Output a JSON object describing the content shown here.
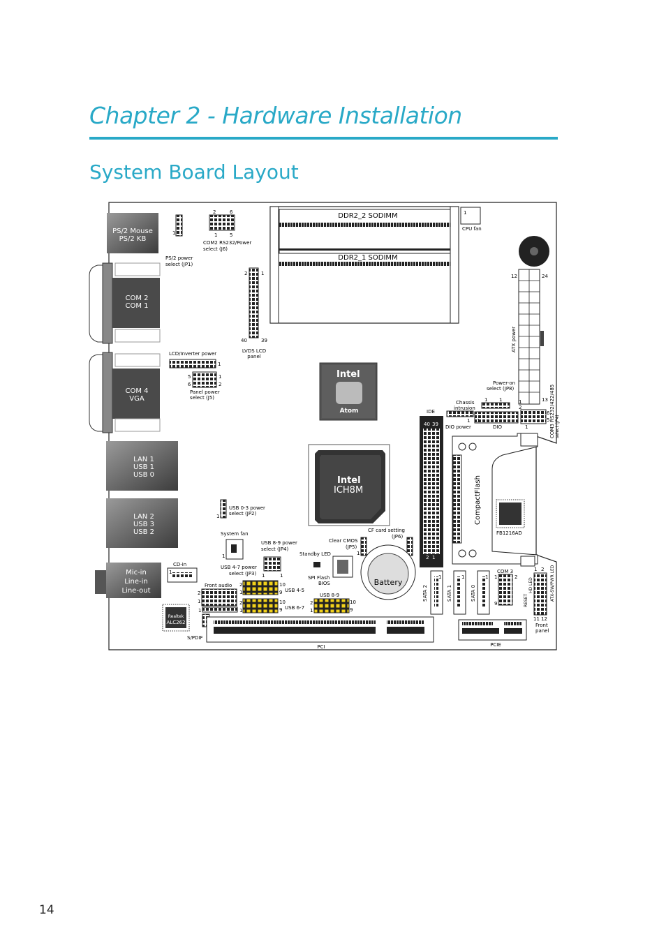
{
  "header": {
    "chapter_title": "Chapter 2 - Hardware Installation",
    "section_title": "System Board Layout"
  },
  "footer": {
    "page_number": "14"
  },
  "board": {
    "io_ports": {
      "ps2": [
        "PS/2 Mouse",
        "PS/2 KB"
      ],
      "com12": [
        "COM 2",
        "COM 1"
      ],
      "com4vga": [
        "COM 4",
        "VGA"
      ],
      "lan1": [
        "LAN 1",
        "USB 1",
        "USB 0"
      ],
      "lan2": [
        "LAN 2",
        "USB 3",
        "USB 2"
      ],
      "audio": [
        "Mic-in",
        "Line-in",
        "Line-out"
      ]
    },
    "memory": {
      "slot2": "DDR2_2 SODIMM",
      "slot1": "DDR2_1 SODIMM"
    },
    "chips": {
      "cpu_brand": "Intel",
      "cpu_model": "Atom",
      "chipset_brand": "Intel",
      "chipset_model": "ICH8M",
      "codec_brand": "Realtek",
      "codec_model": "ALC262",
      "cf_controller": "FB1216AD"
    },
    "labels": {
      "jp1": "PS/2 power",
      "jp1b": "select (JP1)",
      "j6": "COM2 RS232/Power",
      "j6b": "select (J6)",
      "lvds": "LVDS LCD",
      "lvdsb": "panel",
      "cpufan": "CPU fan",
      "lcdinv": "LCD/Inverter power",
      "j5": "Panel power",
      "j5b": "select (J5)",
      "atx": "ATX power",
      "jp8": "Power-on",
      "jp8b": "select (JP8)",
      "chassis": "Chassis",
      "chassisb": "intrusion",
      "dio": "DIO",
      "diopower": "DIO power",
      "ide": "IDE",
      "com3sel": "COM3 RS232/422/485",
      "com3selb": "select (JP4)",
      "cf": "CompactFlash",
      "jp2": "USB 0-3 power",
      "jp2b": "select (JP2)",
      "cfset": "CF card setting",
      "cfsetb": "(JP6)",
      "clearcmos": "Clear CMOS",
      "clearcmosb": "(JP5)",
      "sysfan": "System fan",
      "jp4": "USB 8-9 power",
      "jp4b": "select (JP4)",
      "standby": "Standby LED",
      "jp3": "USB 4-7 power",
      "jp3b": "select (JP3)",
      "cdin": "CD-in",
      "spi": "SPI Flash",
      "spib": "BIOS",
      "battery": "Battery",
      "frontaudio": "Front audio",
      "usb45": "USB 4-5",
      "usb67": "USB 6-7",
      "usb89": "USB 8-9",
      "sata2": "SATA 2",
      "sata1": "SATA 1",
      "sata0": "SATA 0",
      "com3": "COM 3",
      "frontpanel": "Front",
      "frontpanelb": "panel",
      "reset": "RESET",
      "hdled": "HD LED",
      "atxsw": "ATX-SW/PWR LED",
      "spdif": "S/PDIF",
      "pci": "PCI",
      "pcie": "PCIE"
    },
    "pins": {
      "p1": "1",
      "p2": "2",
      "p5": "5",
      "p6": "6",
      "p9": "9",
      "p10": "10",
      "p11": "11",
      "p12": "12",
      "p13": "13",
      "p24": "24",
      "p39": "39",
      "p40": "40"
    }
  }
}
